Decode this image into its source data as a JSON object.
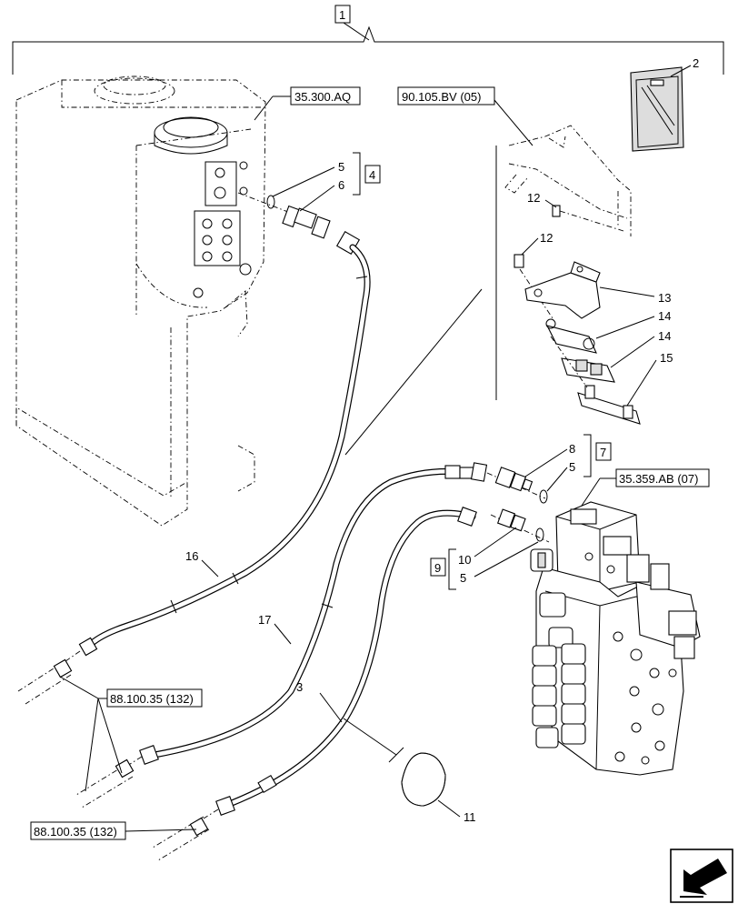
{
  "callouts": {
    "c1": "1",
    "c2": "2",
    "c3": "3",
    "c4": "4",
    "c5a": "5",
    "c6": "6",
    "c7": "7",
    "c8": "8",
    "c5b": "5",
    "c9": "9",
    "c10": "10",
    "c5c": "5",
    "c11": "11",
    "c12a": "12",
    "c12b": "12",
    "c13": "13",
    "c14a": "14",
    "c14b": "14",
    "c15": "15",
    "c16": "16",
    "c17": "17"
  },
  "references": {
    "r_tank": "35.300.AQ",
    "r_bracket": "90.105.BV (05)",
    "r_valve": "35.359.AB (07)",
    "r_hose_a": "88.100.35 (132)",
    "r_hose_b": "88.100.35 (132)"
  },
  "icons": {
    "nav": "arrow-icon"
  }
}
